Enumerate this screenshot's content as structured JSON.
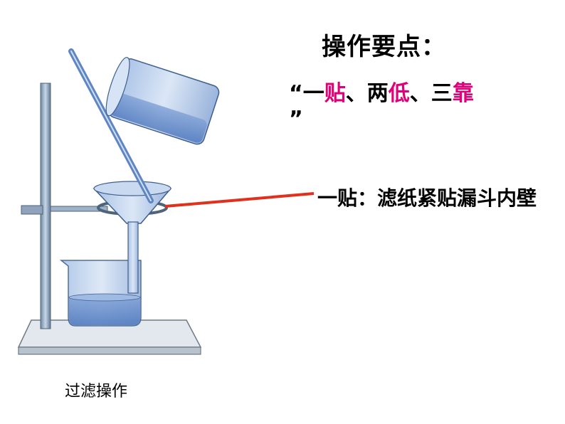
{
  "title": "操作要点：",
  "mnemonic": {
    "open_quote": "“",
    "part1": "一",
    "part1_key": "贴",
    "sep1": "、两",
    "part2_key": "低",
    "sep2": "、三",
    "part3_key": "靠",
    "close_quote": "”",
    "highlight_color": "#e0007a"
  },
  "callout": {
    "text": "一贴：滤纸紧贴漏斗内壁",
    "line_color": "#e0301e"
  },
  "caption": "过滤操作"
}
